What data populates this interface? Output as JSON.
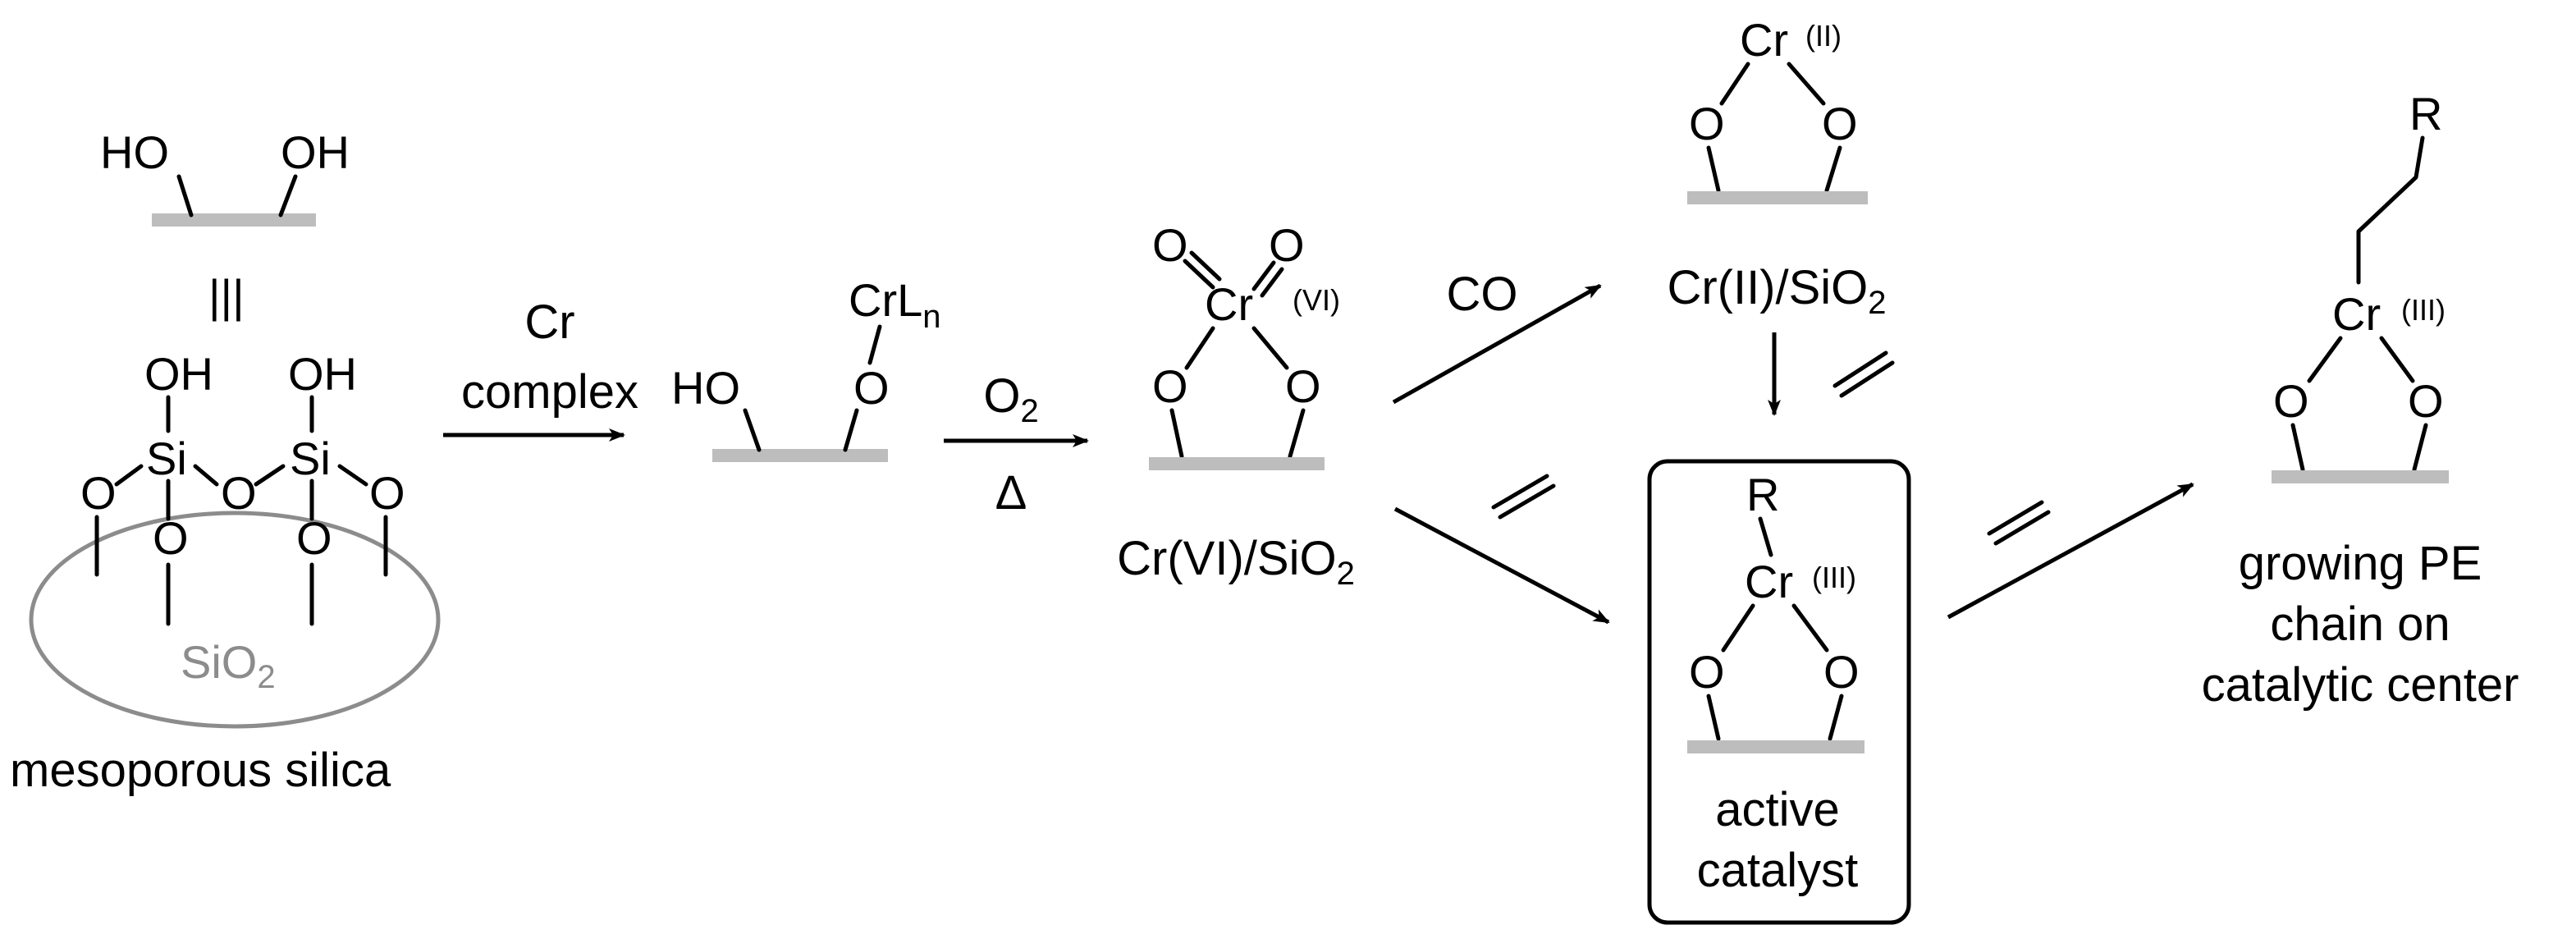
{
  "atoms": {
    "HO": "HO",
    "OH": "OH",
    "O": "O",
    "Si": "Si",
    "Cr": "Cr",
    "CrL": "CrL",
    "n": "n",
    "R": "R"
  },
  "equiv": "|||",
  "support_label": "SiO",
  "support_sub": "2",
  "mesoporous_label": "mesoporous silica",
  "reagents": {
    "cr_complex": [
      "Cr",
      "complex"
    ],
    "o2_main": "O",
    "o2_sub": "2",
    "delta": "Δ",
    "co": "CO"
  },
  "oxidation_states": {
    "vi": "(VI)",
    "ii": "(II)",
    "iii": "(III)"
  },
  "labels": {
    "crvi_main": "Cr(VI)/SiO",
    "crvi_sub": "2",
    "crii_main": "Cr(II)/SiO",
    "crii_sub": "2",
    "active_catalyst": [
      "active",
      "catalyst"
    ],
    "growing_pe": [
      "growing PE",
      "chain on",
      "catalytic center"
    ]
  },
  "colors": {
    "surface": "#bdbdbd",
    "silica_outline": "#8c8c8c",
    "ink": "#000000"
  }
}
